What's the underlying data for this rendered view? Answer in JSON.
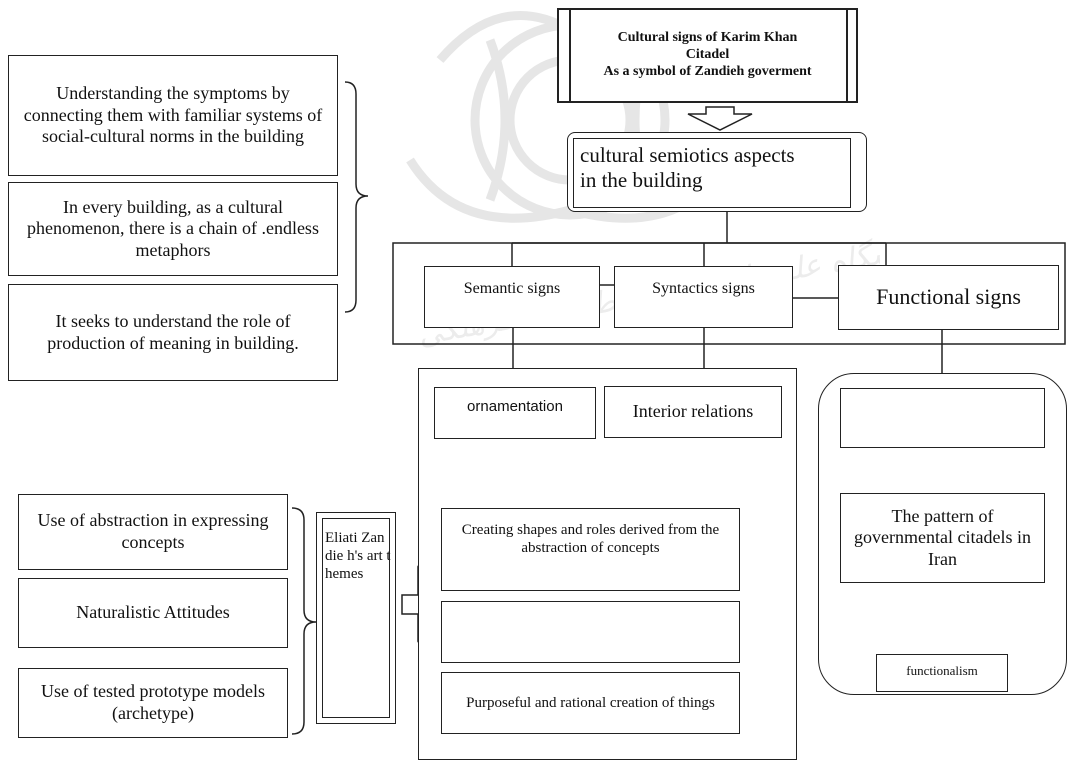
{
  "title": {
    "line1": "Cultural signs of Karim Khan",
    "line2": "Citadel",
    "line3": "As a symbol of Zandieh goverment"
  },
  "aspects": {
    "line1": "cultural semiotics aspects",
    "line2": "in the building"
  },
  "signs": {
    "semantic": "Semantic signs",
    "syntactics": "Syntactics signs",
    "functional": "Functional signs"
  },
  "left_top": [
    "Understanding the symptoms by connecting them with familiar systems of social-cultural norms in the building",
    "In every building, as a cultural phenomenon, there is a chain of .endless metaphors",
    "It seeks to understand the role of production of meaning in building."
  ],
  "sub_signs": {
    "ornamentation": "ornamentation",
    "interior": "Interior relations"
  },
  "middle": {
    "creating": "Creating shapes and roles derived from the abstraction of concepts",
    "empty": "",
    "purposeful": "Purposeful and rational creation of things"
  },
  "eliati": "Eliati Zandie h's art themes",
  "left_bottom": [
    "Use of abstraction in expressing concepts",
    "Naturalistic Attitudes",
    "Use of tested prototype models (archetype)"
  ],
  "functional_branch": {
    "empty": "",
    "pattern": "The pattern of governmental citadels in Iran",
    "functionalism": "functionalism"
  }
}
